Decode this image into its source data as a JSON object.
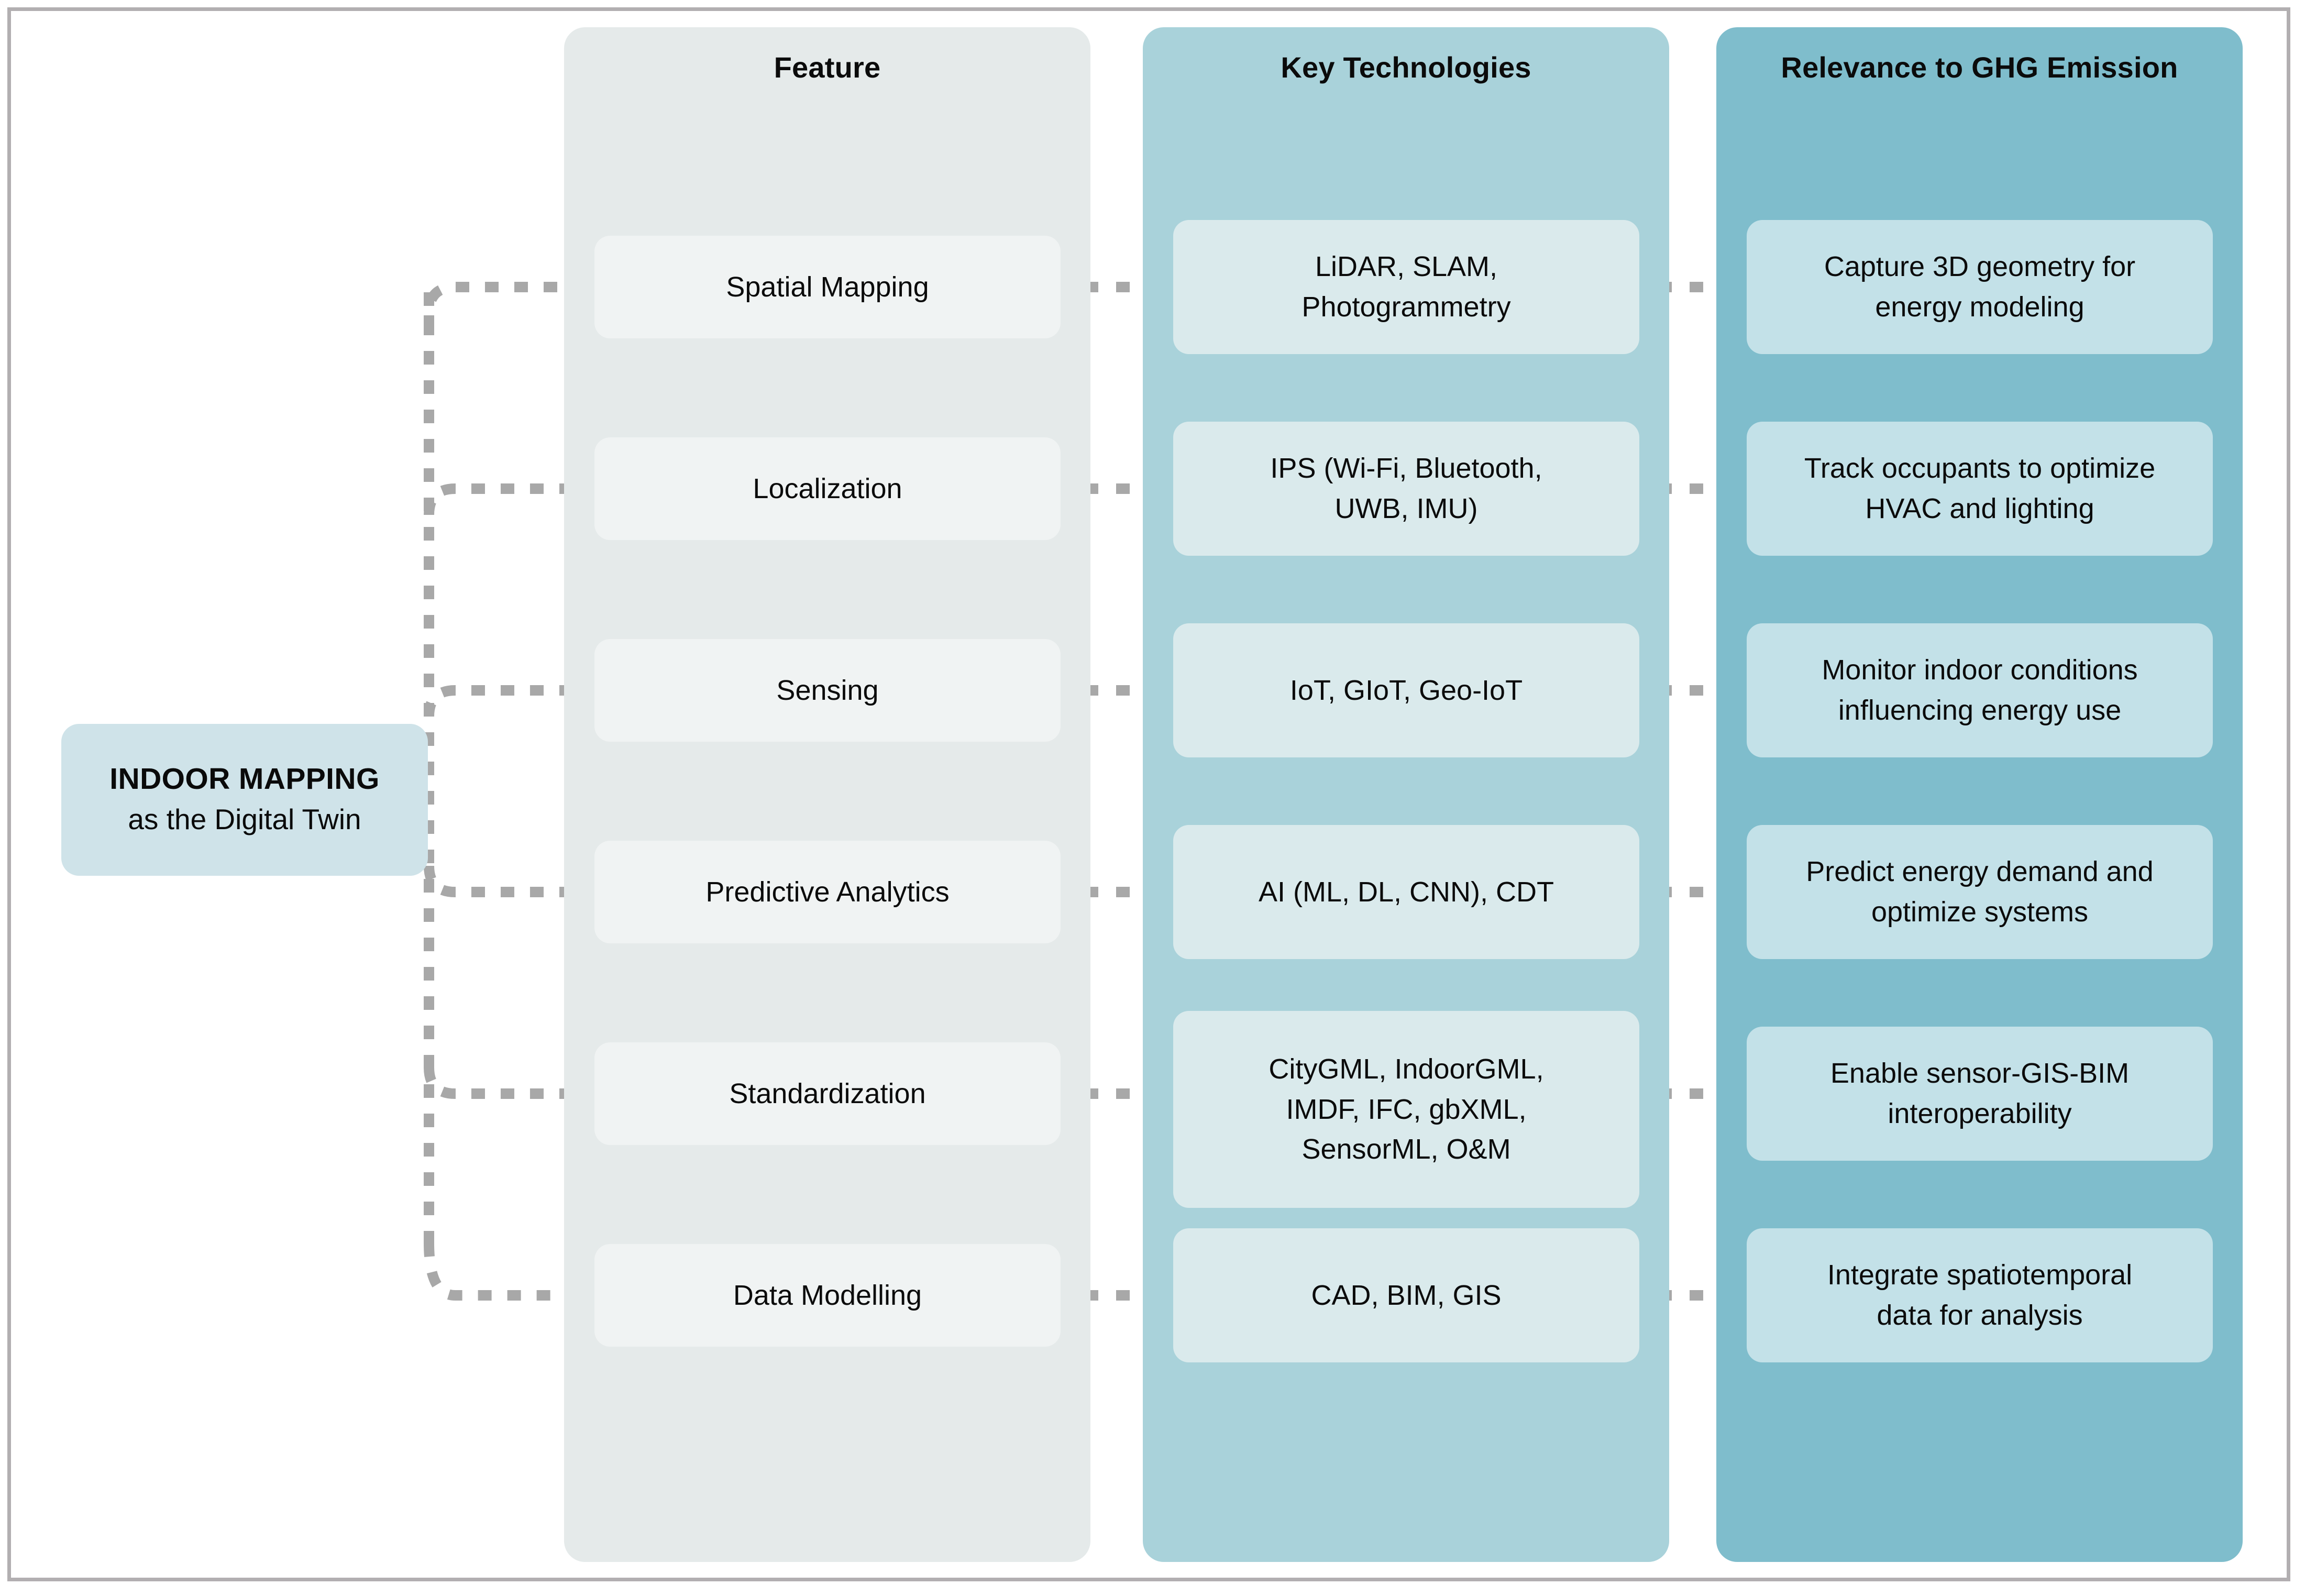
{
  "diagram": {
    "root": {
      "title": "INDOOR MAPPING",
      "subtitle": "as the Digital Twin"
    },
    "columns": [
      {
        "id": "feature",
        "header": "Feature"
      },
      {
        "id": "technology",
        "header": "Key Technologies"
      },
      {
        "id": "relevance",
        "header": "Relevance to GHG Emission"
      }
    ],
    "rows": [
      {
        "feature": "Spatial Mapping",
        "technology": "LiDAR, SLAM,\nPhotogrammetry",
        "relevance": "Capture 3D geometry for\nenergy modeling"
      },
      {
        "feature": "Localization",
        "technology": "IPS (Wi-Fi, Bluetooth,\nUWB, IMU)",
        "relevance": "Track occupants to optimize\nHVAC and lighting"
      },
      {
        "feature": "Sensing",
        "technology": "IoT, GIoT, Geo-IoT",
        "relevance": "Monitor indoor conditions\ninfluencing energy use"
      },
      {
        "feature": "Predictive Analytics",
        "technology": "AI (ML, DL, CNN), CDT",
        "relevance": "Predict energy demand and\noptimize systems"
      },
      {
        "feature": "Standardization",
        "technology": "CityGML, IndoorGML,\nIMDF, IFC, gbXML,\nSensorML, O&M",
        "relevance": "Enable sensor-GIS-BIM\ninteroperability"
      },
      {
        "feature": "Data Modelling",
        "technology": "CAD, BIM, GIS",
        "relevance": "Integrate spatiotemporal\ndata for analysis"
      }
    ],
    "colors": {
      "frame_border": "#b2afb1",
      "root_node": "#cfe3e9",
      "column_feature": "#e5eaea",
      "column_technology": "#a9d2da",
      "column_relevance": "#7fbdcc",
      "card_feature": "#f0f3f3",
      "card_technology": "#daeaec",
      "card_relevance": "#c3e1e8",
      "connector": "#a8a8a8",
      "text": "#0b0b0b"
    }
  }
}
